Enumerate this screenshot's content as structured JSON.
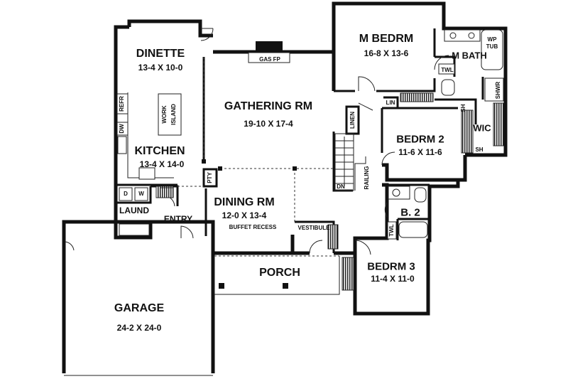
{
  "rooms": {
    "dinette": {
      "name": "DINETTE",
      "dims": "13-4 X 10-0"
    },
    "gathering": {
      "name": "GATHERING RM",
      "dims": "19-10 X 17-4"
    },
    "master_bedroom": {
      "name": "M BEDRM",
      "dims": "16-8 X 13-6"
    },
    "master_bath": {
      "name": "M BATH"
    },
    "kitchen": {
      "name": "KITCHEN",
      "dims": "13-4 X 14-0"
    },
    "bedroom2": {
      "name": "BEDRM 2",
      "dims": "11-6 X 11-6"
    },
    "dining": {
      "name": "DINING RM",
      "dims": "12-0 X 13-4"
    },
    "bath2": {
      "name": "B. 2"
    },
    "bedroom3": {
      "name": "BEDRM 3",
      "dims": "11-4 X 11-0"
    },
    "garage": {
      "name": "GARAGE",
      "dims": "24-2 X 24-0"
    },
    "porch": {
      "name": "PORCH"
    },
    "laundry": {
      "name": "LAUND"
    },
    "entry": {
      "name": "ENTRY"
    },
    "vestibule": {
      "name": "VESTIBULE"
    },
    "wic": {
      "name": "WIC"
    }
  },
  "labels": {
    "gas_fp": "GAS FP",
    "twl_master": "TWL",
    "wp_tub_top": "WP",
    "wp_tub_bottom": "TUB",
    "shwr": "SHWR",
    "lin": "LIN",
    "linen": "LINEN",
    "sh_upper": "SH",
    "sh_lower": "SH",
    "refr": "REFR",
    "dw": "DW",
    "work": "WORK",
    "island": "ISLAND",
    "pty": "PTY",
    "dn": "DN",
    "railing": "RAILING",
    "buffet_recess": "BUFFET RECESS",
    "twl_bath2": "TWL",
    "d": "D",
    "w": "W"
  }
}
